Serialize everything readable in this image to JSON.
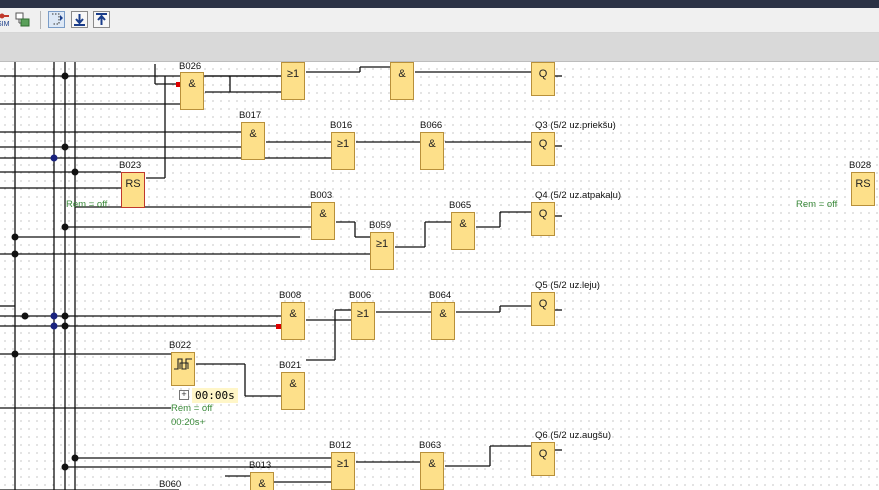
{
  "toolbar": {
    "icons": [
      "sim-icon",
      "network-icon",
      "selection-icon",
      "move-down-icon",
      "move-up-icon"
    ]
  },
  "colors": {
    "block_fill": "#fde08a",
    "block_border": "#b8903a",
    "wire": "#111111",
    "rem_text": "#3a8a3a",
    "toolbar_bg": "#f0f0f0",
    "top_bar": "#2b3245"
  },
  "blocks": {
    "b026": {
      "name": "B026",
      "symbol": "&"
    },
    "or_top": {
      "symbol": "≥1"
    },
    "and_top": {
      "symbol": "&"
    },
    "q_top": {
      "symbol": "Q"
    },
    "b017": {
      "name": "B017",
      "symbol": "&"
    },
    "b016": {
      "name": "B016",
      "symbol": "≥1"
    },
    "b066": {
      "name": "B066",
      "symbol": "&"
    },
    "q3": {
      "symbol": "Q",
      "label": "Q3 (5/2 uz.priekšu)"
    },
    "b023": {
      "name": "B023",
      "symbol": "RS",
      "rem": "Rem = off"
    },
    "b003": {
      "name": "B003",
      "symbol": "&"
    },
    "b059": {
      "name": "B059",
      "symbol": "≥1"
    },
    "b065": {
      "name": "B065",
      "symbol": "&"
    },
    "q4": {
      "symbol": "Q",
      "label": "Q4 (5/2 uz.atpakaļu)"
    },
    "b028": {
      "name": "B028",
      "symbol": "RS",
      "rem": "Rem = off"
    },
    "b008": {
      "name": "B008",
      "symbol": "&"
    },
    "b006": {
      "name": "B006",
      "symbol": "≥1"
    },
    "b064": {
      "name": "B064",
      "symbol": "&"
    },
    "q5": {
      "symbol": "Q",
      "label": "Q5 (5/2 uz.leju)"
    },
    "b022": {
      "name": "B022",
      "timer": "00:00s",
      "rem": "Rem = off",
      "param": "00:20s+"
    },
    "b021": {
      "name": "B021",
      "symbol": "&"
    },
    "b012": {
      "name": "B012",
      "symbol": "≥1"
    },
    "b063": {
      "name": "B063",
      "symbol": "&"
    },
    "q6": {
      "symbol": "Q",
      "label": "Q6 (5/2 uz.augšu)"
    },
    "b013": {
      "name": "B013",
      "symbol": "&"
    },
    "b060": {
      "name": "B060"
    }
  }
}
